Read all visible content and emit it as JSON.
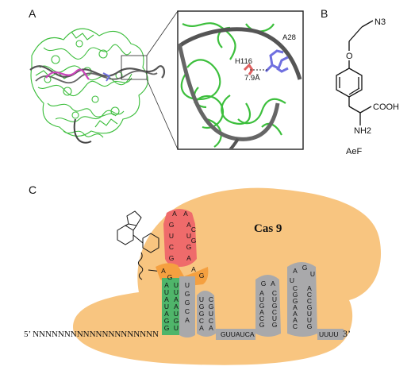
{
  "panels": {
    "a": {
      "letter": "A",
      "labels": {
        "residue_1": "H116",
        "residue_2": "A28",
        "distance": "7.9Å"
      }
    },
    "b": {
      "letter": "B",
      "name": "AeF",
      "atoms": {
        "azide": "N3",
        "acid": "COOH",
        "amine": "NH2",
        "oxygen": "O"
      }
    },
    "c": {
      "letter": "C",
      "protein": "Cas 9",
      "five_prime": "5’ NNNNNNNNNNNNNNNNNNNN",
      "three_prime": "3’",
      "seq_linker": "GUUAUCA",
      "seq_tail": "UUUU",
      "hairpin_red": [
        "A",
        "A",
        "G",
        "A",
        "U",
        "U",
        "C",
        "G",
        "G",
        "A",
        "C",
        "G"
      ],
      "orange": [
        "A",
        "G",
        "A",
        "G"
      ],
      "stem_green": [
        "A",
        "U",
        "U",
        "U",
        "A",
        "A",
        "U",
        "A",
        "A",
        "U",
        "G",
        "G",
        "G",
        "U"
      ],
      "gray_small": [
        "U",
        "C",
        "G",
        "G",
        "G",
        "U",
        "C",
        "C",
        "A",
        "A"
      ],
      "gray_mid": [
        "G",
        "A",
        "A",
        "C",
        "U",
        "U",
        "G",
        "G",
        "A",
        "C",
        "C",
        "U",
        "G",
        "G"
      ],
      "gray_right": [
        "A",
        "G",
        "U",
        "U",
        "C",
        "A",
        "G",
        "C",
        "G",
        "C",
        "A",
        "G",
        "A",
        "U",
        "A",
        "U",
        "C",
        "G"
      ]
    }
  },
  "colors": {
    "protein_fill": "#f8c580",
    "red_hairpin": "#ef6b6b",
    "orange_loop": "#f5a040",
    "green_stem": "#4fb56a",
    "gray_hairpin": "#a9a9ab",
    "protein_green": "#33bb33",
    "dna_gray": "#555555",
    "dna_magenta": "#cc44bb",
    "residue_blue": "#7070e0",
    "residue_red": "#e06060"
  }
}
